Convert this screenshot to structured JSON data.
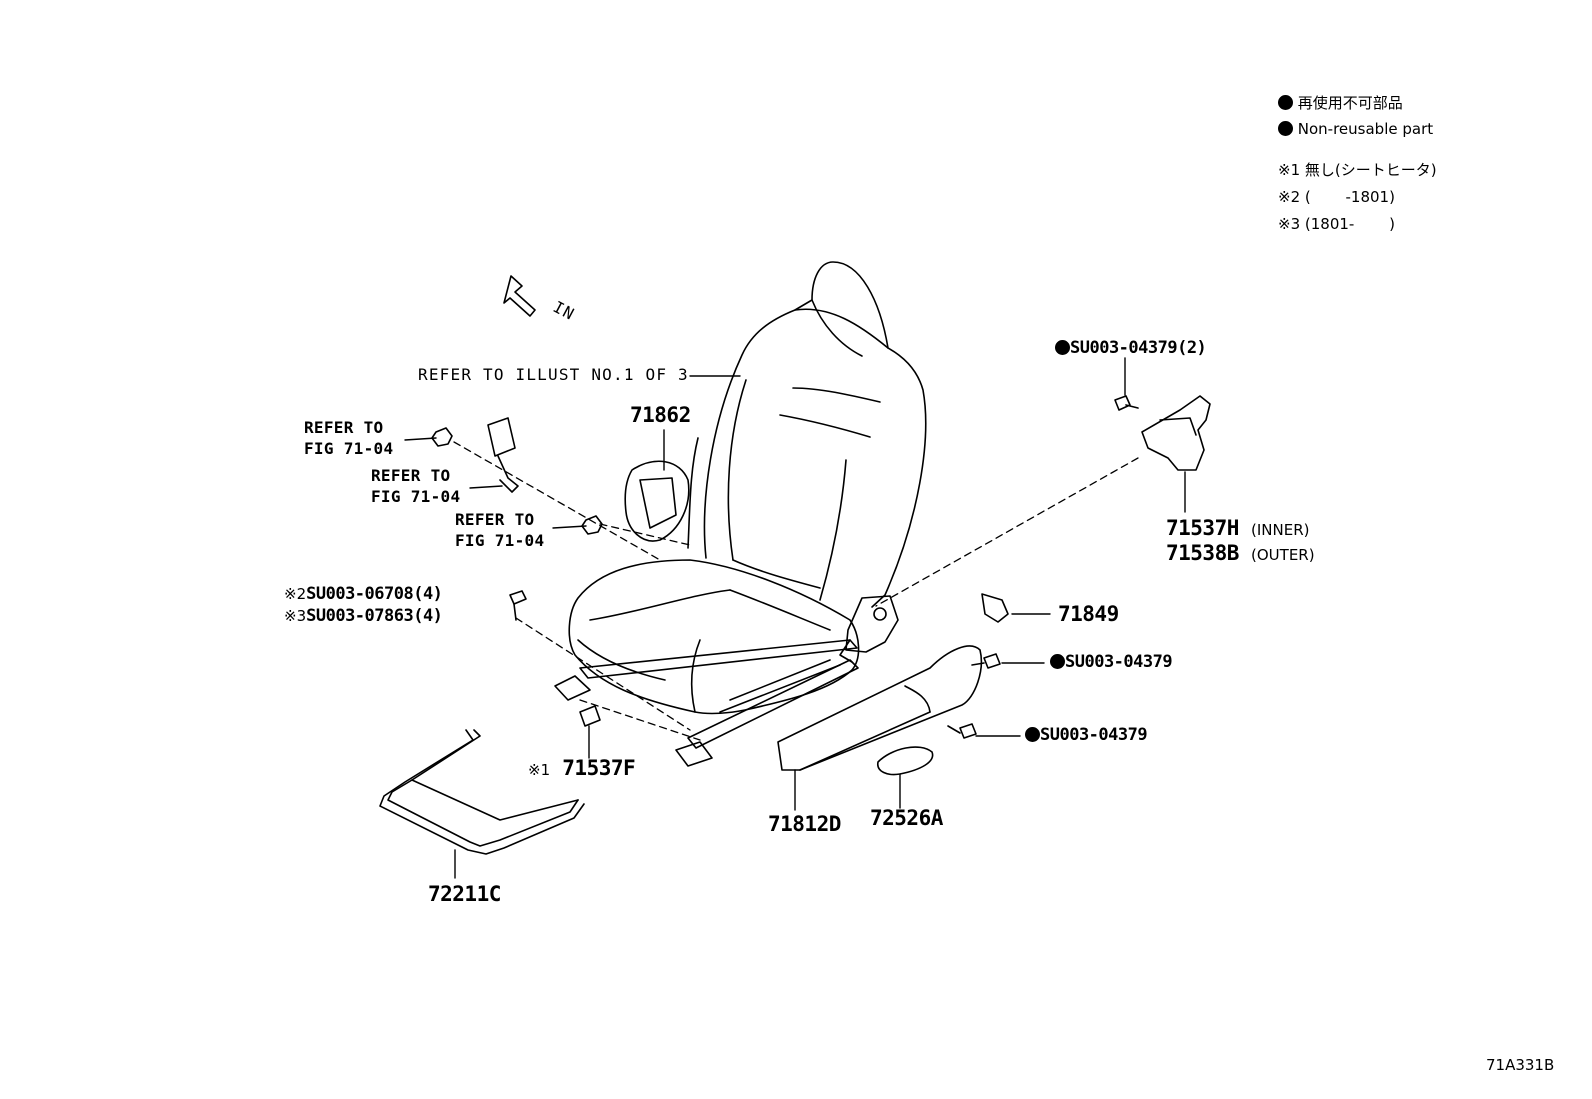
{
  "legend": {
    "marker_jp": "再使用不可部品",
    "marker_en": "Non-reusable part",
    "note1": "※1 無し(シートヒータ)",
    "note2": "※2 (　　 -1801)",
    "note3": "※3 (1801-　　 )"
  },
  "direction": {
    "label": "IN"
  },
  "refs": {
    "illust": "REFER TO ILLUST NO.1 OF 3",
    "fig_a": "REFER TO\nFIG 71-04",
    "fig_b": "REFER TO\nFIG 71-04",
    "fig_c": "REFER TO\nFIG 71-04"
  },
  "parts": {
    "p71862": "71862",
    "p_su_top": "SU003-04379(2)",
    "p71537h": "71537H",
    "p71537h_sub": "(INNER)",
    "p71538b": "71538B",
    "p71538b_sub": "(OUTER)",
    "p_su06708_mark": "※2",
    "p_su06708": "SU003-06708(4)",
    "p_su07863_mark": "※3",
    "p_su07863": "SU003-07863(4)",
    "p71849": "71849",
    "p_su_mid": "SU003-04379",
    "p_su_low": "SU003-04379",
    "p71537f_mark": "※1",
    "p71537f": "71537F",
    "p71812d": "71812D",
    "p72526a": "72526A",
    "p72211c": "72211C"
  },
  "illustration_id": "71A331B"
}
